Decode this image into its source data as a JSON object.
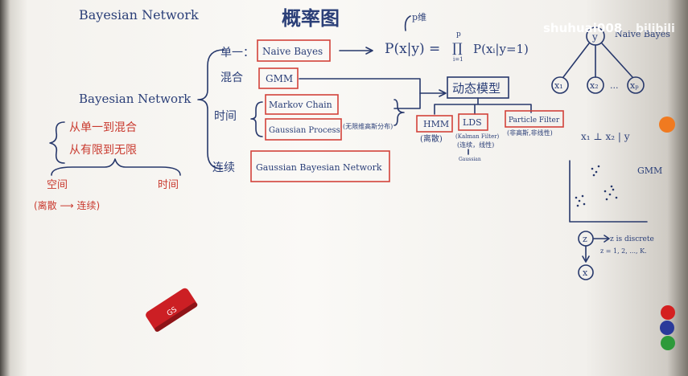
{
  "board": {
    "header_left": "Bayesian Network",
    "header_main": "概率图",
    "left_title": "Bayesian Network",
    "left_point_1": "从单一到混合",
    "left_point_2": "从有限到无限",
    "space_label": "空间",
    "time_label": "时间",
    "space_time_note": "(离散 ⟶ 连续)",
    "branch_single": "单一：",
    "branch_mixed": "混合",
    "branch_time": "时间",
    "branch_continuous": "连续",
    "naive_bayes": "Naive Bayes",
    "gmm": "GMM",
    "markov_chain": "Markov Chain",
    "gaussian_process": "Gaussian Process",
    "gp_note": "(无限维高斯分布)",
    "gaussian_bn": "Gaussian Bayesian Network",
    "p_dim": "p维",
    "naive_formula_lhs": "P(x|y) =",
    "prod_top": "p",
    "prod_sym": "∏",
    "prod_bottom": "i=1",
    "naive_formula_rhs": "P(xᵢ|y=1)",
    "dynamic_model": "动态模型",
    "hmm": "HMM",
    "hmm_note": "(离散)",
    "lds": "LDS",
    "lds_note_1": "(Kalman Filter)",
    "lds_note_2": "(连续，线性)",
    "lds_note_3": "Gaussian",
    "particle_filter": "Particle Filter",
    "pf_note": "(非高斯,非线性)",
    "naive_bayes_graph_title": "Naive Bayes",
    "node_y": "y",
    "node_x1": "x₁",
    "node_x2": "x₂",
    "node_xp": "xₚ",
    "node_dots": "...",
    "independence": "x₁ ⊥ x₂ | y",
    "gmm_label": "GMM",
    "node_z": "z",
    "z_discrete": "z is discrete",
    "z_values": "z = 1, 2, ..., K.",
    "node_x": "x",
    "eraser_text": "GS"
  },
  "watermark": {
    "text": "shuhuai008",
    "logo_text": "bilibili"
  }
}
